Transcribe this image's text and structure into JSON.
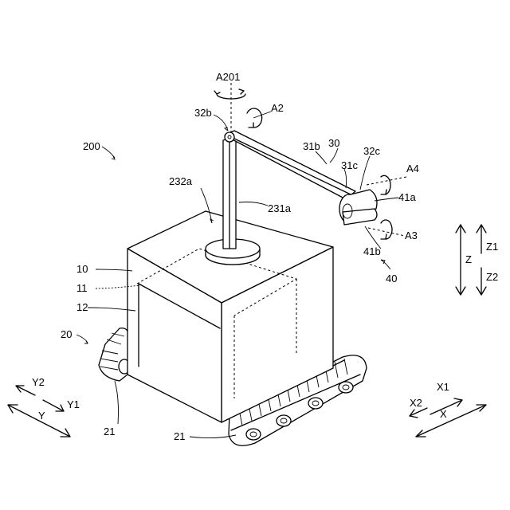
{
  "labels": {
    "robot": "200",
    "main_body": "10",
    "inner_space": "11",
    "cover": "12",
    "travel_unit": "20",
    "crawler_left": "21",
    "crawler_right": "21",
    "arm": "30",
    "arm_link": "31b",
    "arm_joint": "31c",
    "joint_base": "32b",
    "joint_tip": "32c",
    "column": "231a",
    "turntable": "232a",
    "hand": "40",
    "hand_upper": "41a",
    "hand_lower": "41b",
    "rot_a201": "A201",
    "rot_a2": "A2",
    "rot_a3": "A3",
    "rot_a4": "A4"
  },
  "axes": {
    "z": "Z",
    "z1": "Z1",
    "z2": "Z2",
    "x": "X",
    "x1": "X1",
    "x2": "X2",
    "y": "Y",
    "y1": "Y1",
    "y2": "Y2"
  }
}
